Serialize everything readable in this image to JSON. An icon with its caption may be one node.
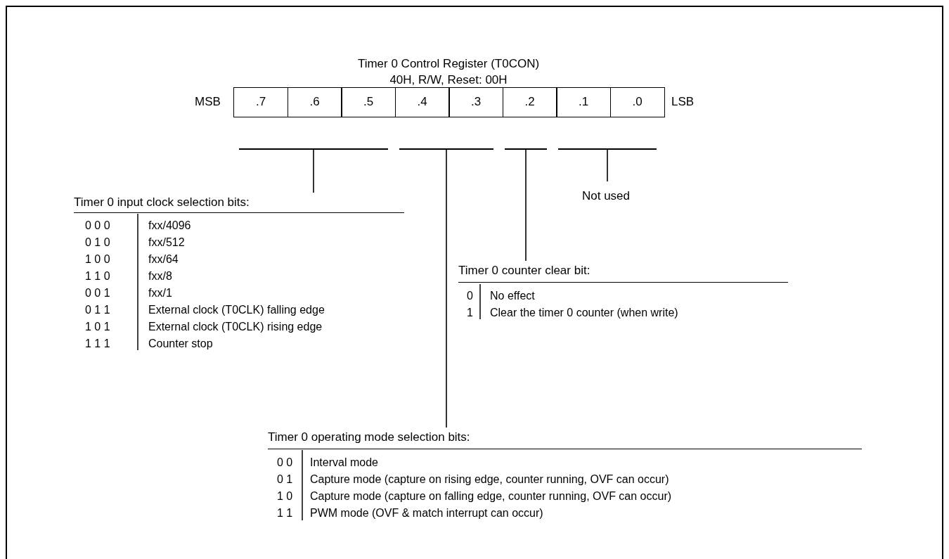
{
  "diagram": {
    "title": "Timer 0 Control Register (T0CON)",
    "nodes": [
      {
        "text": [
          ".7"
        ]
      },
      {
        "text": [
          ".6"
        ]
      },
      {
        "text": [
          ".5"
        ]
      },
      {
        "text": [
          ".4"
        ]
      },
      {
        "text": [
          ".3"
        ]
      },
      {
        "text": [
          ".2"
        ]
      },
      {
        "text": [
          ".1"
        ]
      },
      {
        "text": [
          ".0"
        ]
      },
      {
        "text": [
          "Timer 0 input clock selection bits:"
        ]
      },
      {
        "text": [
          "Not used"
        ]
      },
      {
        "text": [
          "Timer 0 counter clear bit:"
        ]
      },
      {
        "text": [
          "Timer 0 operating mode selection bits:"
        ]
      },
      {
        "text": [],
        "shape": "bar"
      },
      {
        "text": [],
        "shape": "bar"
      },
      {
        "text": [],
        "shape": "bar"
      },
      {
        "text": [],
        "shape": "bar"
      }
    ],
    "edges": [
      {
        "from": 12,
        "to": 8,
        "arrow": "none"
      },
      {
        "from": 13,
        "to": 11,
        "arrow": "none"
      },
      {
        "from": 14,
        "to": 10,
        "arrow": "none"
      },
      {
        "from": 15,
        "to": 9,
        "arrow": "none"
      }
    ],
    "labels": [
      "40H, R/W, Reset: 00H",
      "MSB",
      "LSB",
      "0 0 0",
      "fxx/4096",
      "0 1 0",
      "fxx/512",
      "1 0 0",
      "fxx/64",
      "1 1 0",
      "fxx/8",
      "0 0 1",
      "fxx/1",
      "0 1 1",
      "External clock (T0CLK) falling edge",
      "1 0 1",
      "External clock (T0CLK) rising edge",
      "1 1 1",
      "Counter stop",
      "0",
      "No effect",
      "1",
      "Clear the timer 0 counter (when write)",
      "0 0",
      "Interval mode",
      "0 1",
      "Capture mode (capture on rising edge, counter running, OVF can occur)",
      "1 0",
      "Capture mode (capture on falling edge, counter running, OVF can occur)",
      "1 1",
      "PWM mode (OVF & match interrupt can occur)"
    ]
  }
}
